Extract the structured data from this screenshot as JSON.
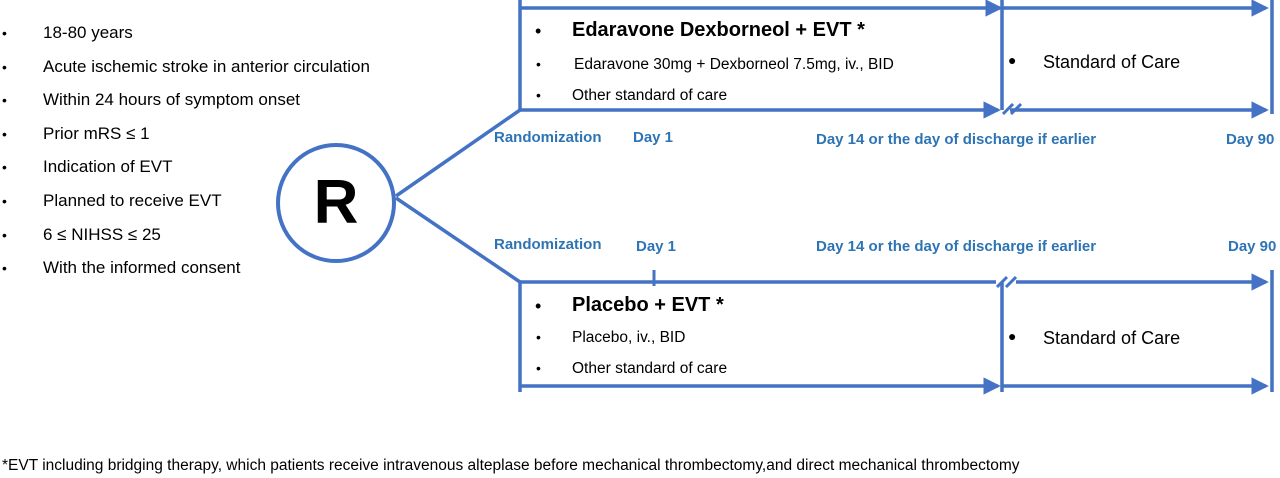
{
  "criteria": [
    "18-80 years",
    "Acute ischemic stroke in anterior circulation",
    "Within 24 hours of symptom onset",
    "Prior mRS ≤ 1",
    "Indication of EVT",
    "Planned to receive EVT",
    "6 ≤ NIHSS ≤ 25",
    "With the informed consent"
  ],
  "randomization_symbol": "R",
  "arm_treatment": {
    "title": "Edaravone Dexborneol + EVT *",
    "items": [
      "Edaravone 30mg + Dexborneol 7.5mg, iv., BID",
      "Other standard of care"
    ],
    "followup": "Standard of Care"
  },
  "arm_control": {
    "title": "Placebo + EVT *",
    "items": [
      "Placebo, iv., BID",
      "Other standard of care"
    ],
    "followup": "Standard of Care"
  },
  "timeline_labels": {
    "randomization": "Randomization",
    "day1": "Day 1",
    "day14": "Day 14 or the day of discharge if earlier",
    "day90": "Day 90"
  },
  "footnote": "*EVT including bridging therapy, which patients receive intravenous alteplase before mechanical thrombectomy,and direct mechanical thrombectomy",
  "colors": {
    "line": "#4472c4",
    "label": "#2e74b5",
    "text": "#000000"
  },
  "symbols": {
    "bullet": "•",
    "filled_bullet": "●"
  }
}
